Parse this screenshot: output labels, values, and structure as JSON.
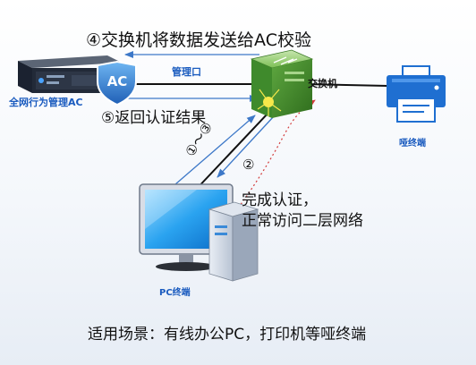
{
  "labels": {
    "step4": "④交换机将数据发送给AC校验",
    "step5": "⑤返回认证结果",
    "ac_device": "全网行为管理AC",
    "ac_badge": "AC",
    "mgmt_port": "管理口",
    "switch": "交换机",
    "dumb_terminal": "哑终端",
    "pc_terminal": "PC终端",
    "steps_1_3": "①～③",
    "step2": "②",
    "auth_done_line1": "完成认证，",
    "auth_done_line2": "正常访问二层网络",
    "scenario": "适用场景：有线办公PC，打印机等哑终端"
  },
  "colors": {
    "label_blue": "#1a5bbf",
    "arrow_blue": "#3d78c8",
    "link_black": "#111111",
    "dotted_red": "#d23b3b",
    "switch_green": "#5aa83e",
    "printer_blue": "#1f6fd1"
  },
  "icons": {
    "ac_device": "rack-server-icon",
    "ac_badge": "shield-icon",
    "switch": "network-switch-icon",
    "printer": "printer-icon",
    "pc": "desktop-computer-icon"
  }
}
